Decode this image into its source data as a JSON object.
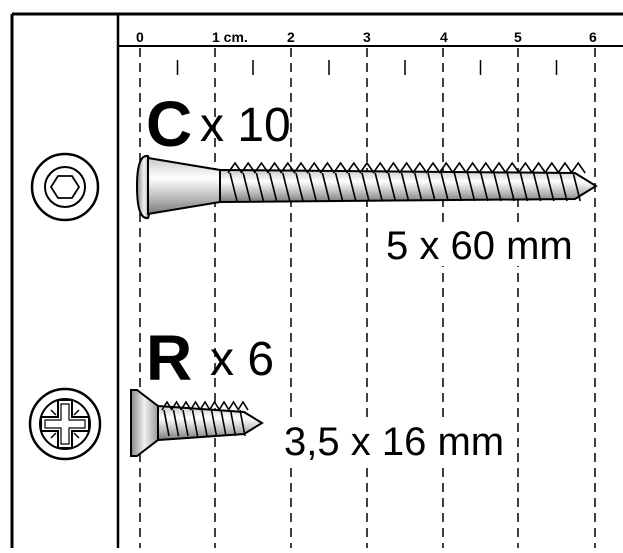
{
  "ruler": {
    "ticks": [
      {
        "label": "0"
      },
      {
        "label": "1 cm."
      },
      {
        "label": "2"
      },
      {
        "label": "3"
      },
      {
        "label": "4"
      },
      {
        "label": "5"
      },
      {
        "label": "6"
      }
    ]
  },
  "screws": [
    {
      "code": "C",
      "quantity": "x 10",
      "size": "5 x 60 mm",
      "drive_icon": "hex-socket-icon"
    },
    {
      "code": "R",
      "quantity": "x 6",
      "size": "3,5 x 16 mm",
      "drive_icon": "pozidriv-icon"
    }
  ]
}
